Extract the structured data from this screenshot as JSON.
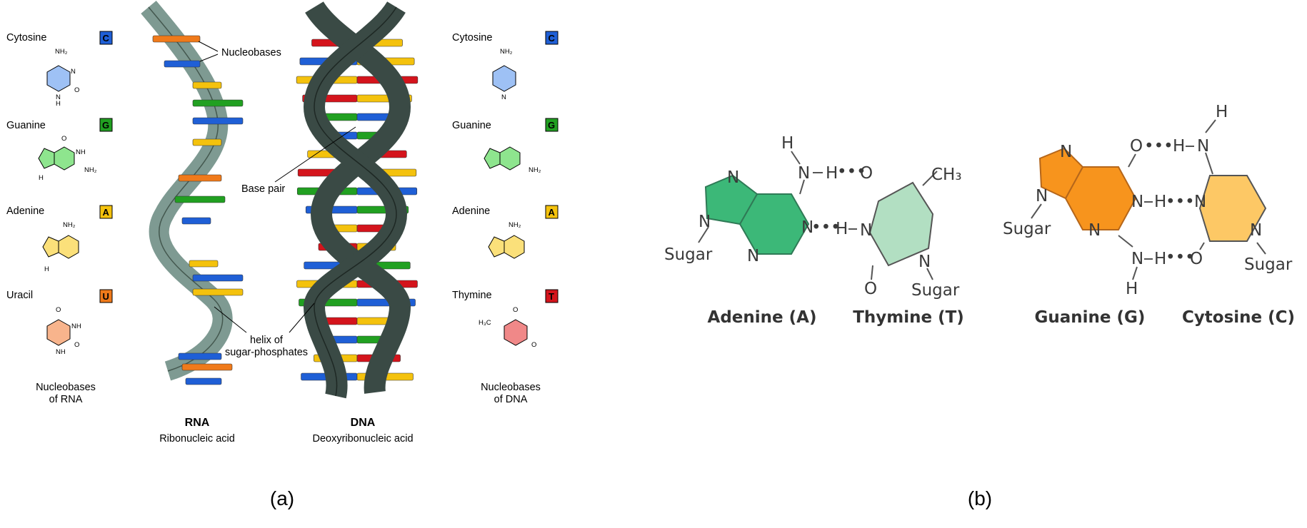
{
  "panel_a": {
    "label": "(a)",
    "left_bases": [
      {
        "name": "Cytosine",
        "letter": "C",
        "color": "#1f5fd6"
      },
      {
        "name": "Guanine",
        "letter": "G",
        "color": "#21a021"
      },
      {
        "name": "Adenine",
        "letter": "A",
        "color": "#f4c20d"
      },
      {
        "name": "Uracil",
        "letter": "U",
        "color": "#f07a1a"
      }
    ],
    "right_bases": [
      {
        "name": "Cytosine",
        "letter": "C",
        "color": "#1f5fd6"
      },
      {
        "name": "Guanine",
        "letter": "G",
        "color": "#21a021"
      },
      {
        "name": "Adenine",
        "letter": "A",
        "color": "#f4c20d"
      },
      {
        "name": "Thymine",
        "letter": "T",
        "color": "#d4141c"
      }
    ],
    "left_caption": [
      "Nucleobases",
      "of RNA"
    ],
    "right_caption": [
      "Nucleobases",
      "of DNA"
    ],
    "annotations": {
      "nucleobases": "Nucleobases",
      "base_pair": "Base pair",
      "helix": [
        "helix of",
        "sugar-phosphates"
      ]
    },
    "rna": {
      "title": "RNA",
      "subtitle": "Ribonucleic acid"
    },
    "dna": {
      "title": "DNA",
      "subtitle": "Deoxyribonucleic acid"
    },
    "structure_atoms": {
      "nh2": "NH₂",
      "n": "N",
      "h": "H",
      "o": "O",
      "nh": "NH",
      "h3c": "H₃C"
    }
  },
  "panel_b": {
    "label": "(b)",
    "pair1": {
      "left": "Adenine (A)",
      "right": "Thymine (T)"
    },
    "pair2": {
      "left": "Guanine (G)",
      "right": "Cytosine (C)"
    },
    "atoms": {
      "sugar": "Sugar",
      "h": "H",
      "n": "N",
      "o": "O",
      "ch3": "CH₃",
      "dots": "•••"
    },
    "colors": {
      "adenine": "#3cb878",
      "thymine": "#b2dfc2",
      "guanine": "#f7941d",
      "cytosine": "#fdc865"
    }
  }
}
